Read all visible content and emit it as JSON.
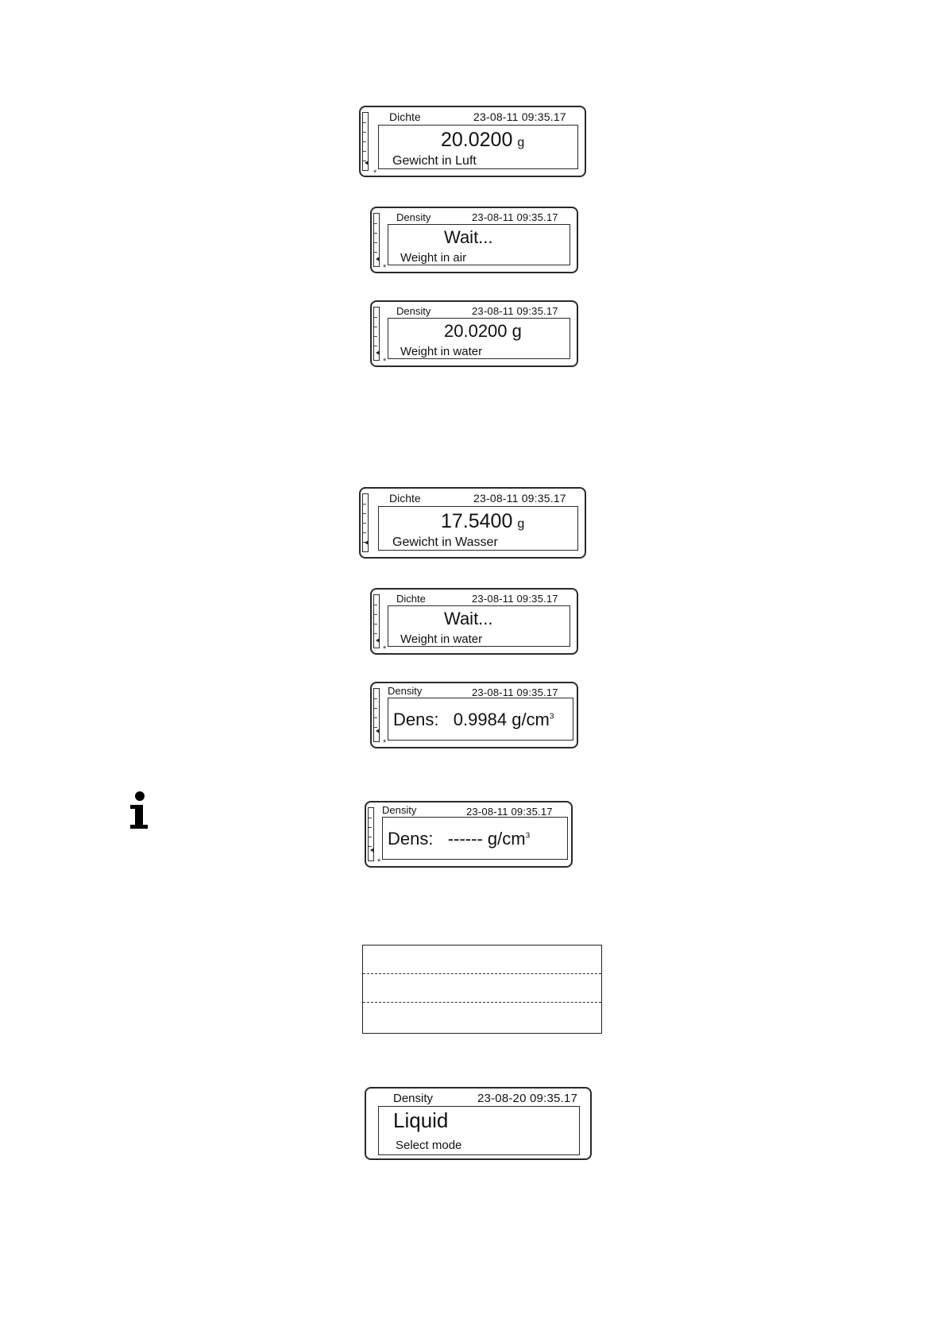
{
  "displays": [
    {
      "header": "Dichte",
      "datetime": "23-08-11 09:35.17",
      "value": "20.0200",
      "unit": "g",
      "sub": "Gewicht in Luft"
    },
    {
      "header": "Density",
      "datetime": "23-08-11 09:35.17",
      "value": "Wait...",
      "unit": "",
      "sub": "Weight  in air"
    },
    {
      "header": "Density",
      "datetime": "23-08-11 09:35.17",
      "value": "20.0200 g",
      "unit": "",
      "sub": "Weight  in water"
    },
    {
      "header": "Dichte",
      "datetime": "23-08-11 09:35.17",
      "value": "17.5400",
      "unit": "g",
      "sub": "Gewicht in Wasser"
    },
    {
      "header": "Dichte",
      "datetime": "23-08-11 09:35.17",
      "value": "Wait...",
      "unit": "",
      "sub": "Weight  in water"
    },
    {
      "header": "Density",
      "datetime": "23-08-11 09:35.17",
      "value": "Dens:   0.9984 g/cm",
      "sup": "3"
    },
    {
      "header": "Density",
      "datetime": "23-08-11 09:35.17",
      "value": "Dens:   ------ g/cm",
      "sup": "3"
    },
    {
      "header": "Density",
      "datetime": "23-08-20 09:35.17",
      "value": "Liquid",
      "sub": "Select mode"
    }
  ],
  "icons": {
    "info": "info-icon"
  }
}
